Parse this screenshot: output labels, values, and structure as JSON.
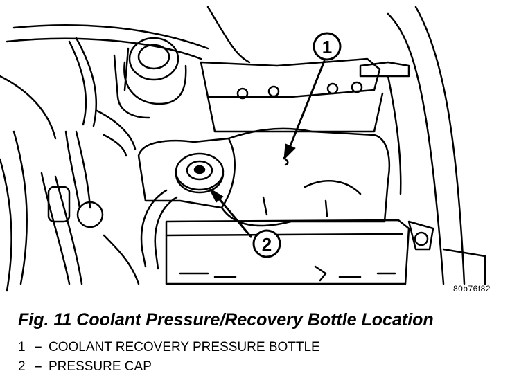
{
  "figure": {
    "code": "80b76f82",
    "callouts": [
      {
        "number": "1"
      },
      {
        "number": "2"
      }
    ]
  },
  "caption": "Fig. 11 Coolant Pressure/Recovery Bottle Location",
  "legend": [
    {
      "number": "1",
      "dash": "–",
      "text": "COOLANT RECOVERY PRESSURE BOTTLE"
    },
    {
      "number": "2",
      "dash": "–",
      "text": "PRESSURE CAP"
    }
  ]
}
